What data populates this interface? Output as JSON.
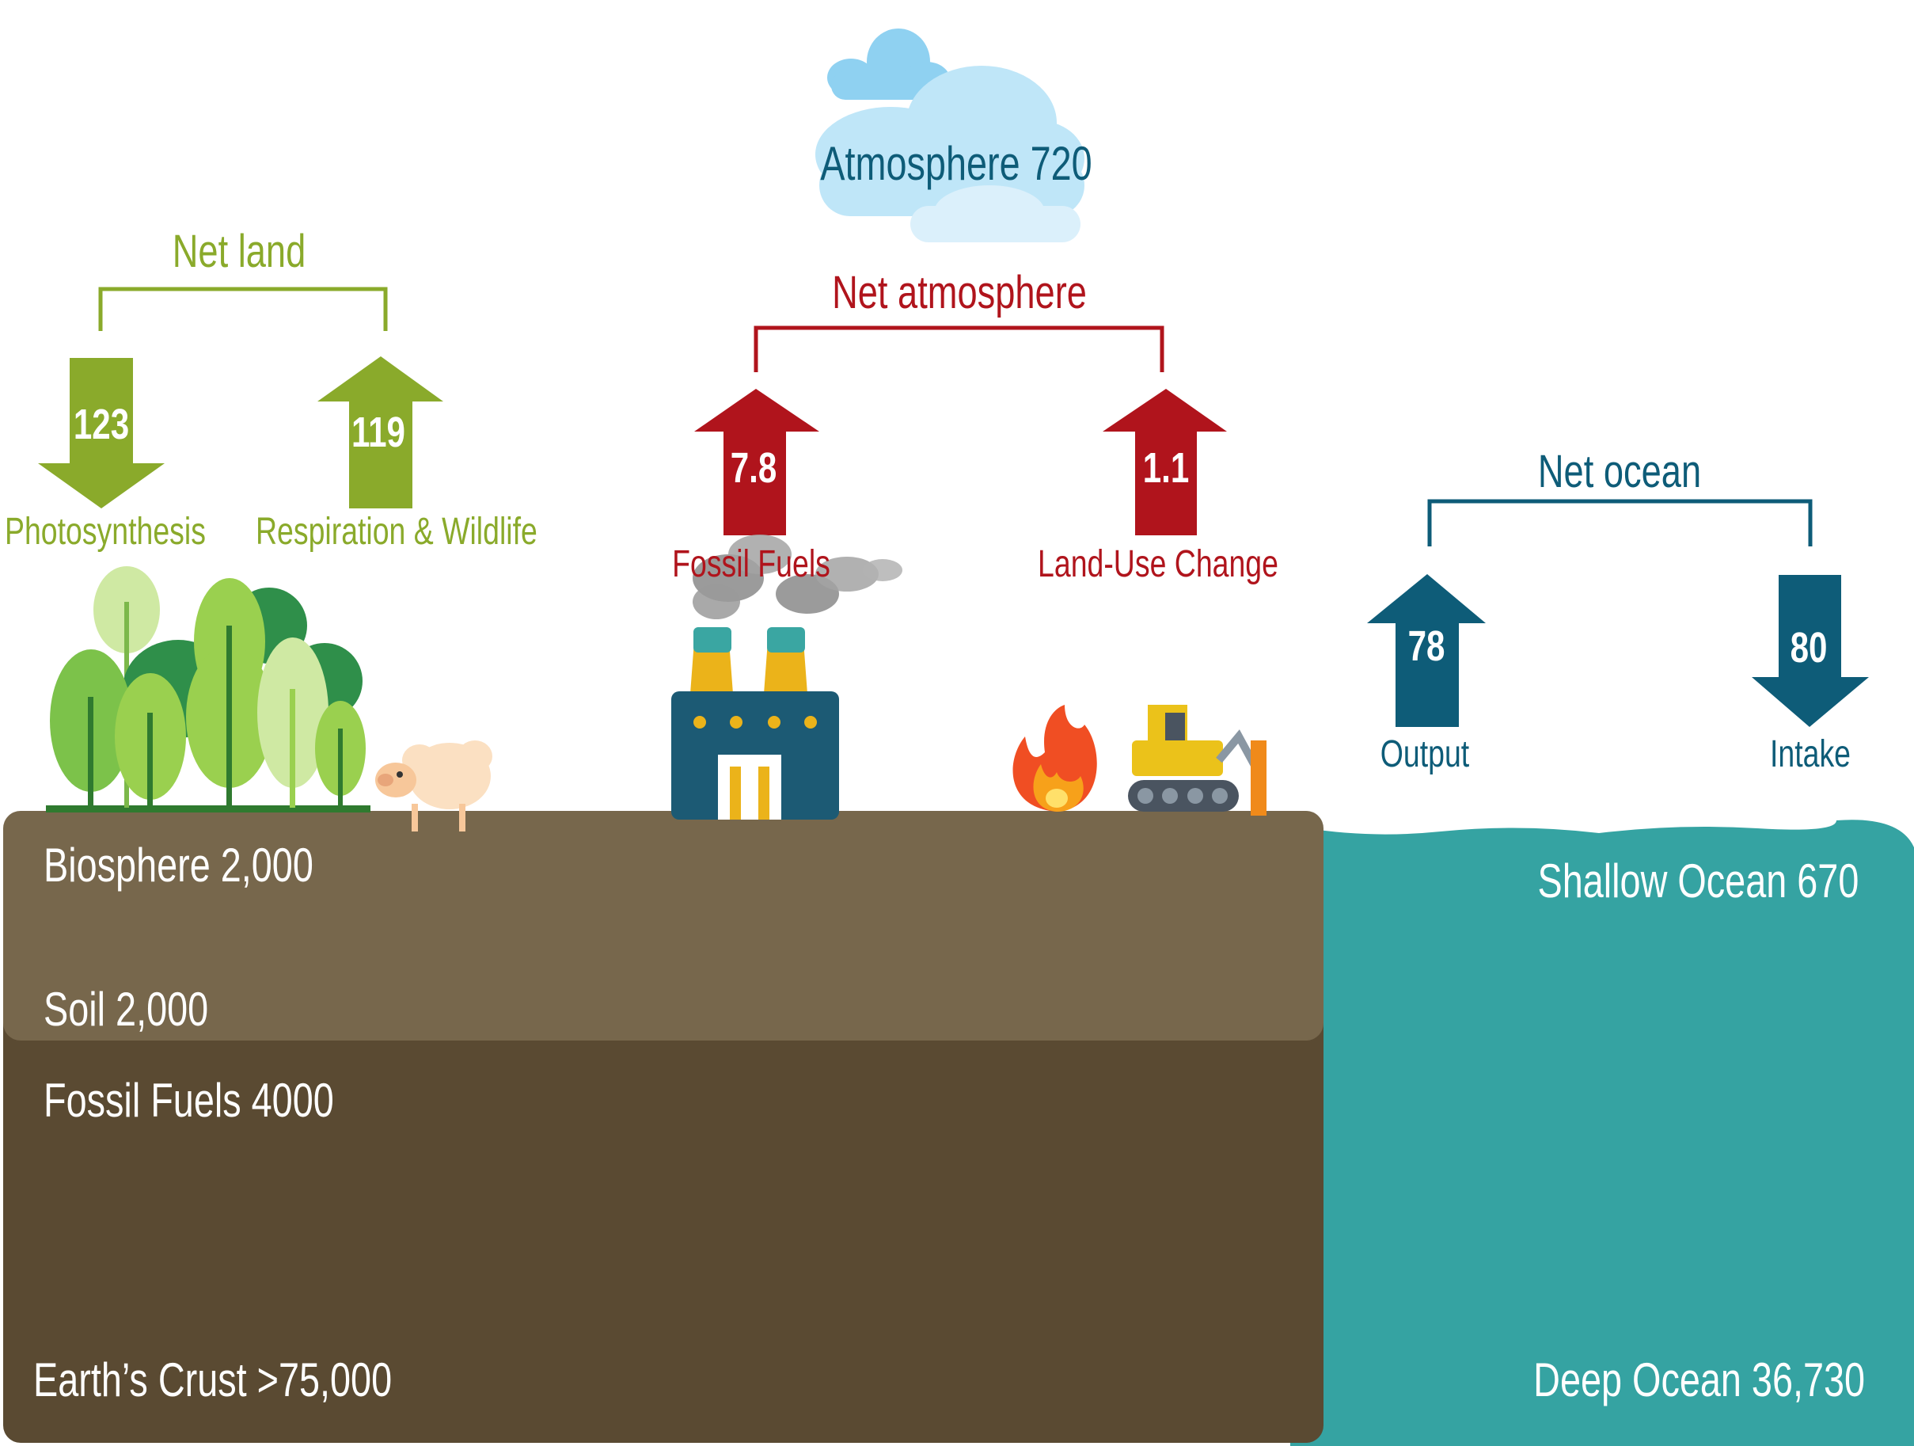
{
  "atmosphere": {
    "label": "Atmosphere 720"
  },
  "net_land": {
    "label": "Net land",
    "photosynthesis": {
      "value": "123",
      "label": "Photosynthesis"
    },
    "respiration": {
      "value": "119",
      "label": "Respiration & Wildlife"
    }
  },
  "net_atmosphere": {
    "label": "Net atmosphere",
    "fossil_fuels": {
      "value": "7.8",
      "label": "Fossil Fuels"
    },
    "land_use": {
      "value": "1.1",
      "label": "Land-Use Change"
    }
  },
  "net_ocean": {
    "label": "Net ocean",
    "output": {
      "value": "78",
      "label": "Output"
    },
    "intake": {
      "value": "80",
      "label": "Intake"
    }
  },
  "reservoirs": {
    "biosphere": "Biosphere 2,000",
    "soil": "Soil 2,000",
    "fossil_fuels": "Fossil Fuels 4000",
    "earths_crust": "Earth’s Crust >75,000",
    "shallow_ocean": "Shallow Ocean 670",
    "deep_ocean": "Deep Ocean 36,730"
  },
  "colors": {
    "green": "#8aaa2b",
    "red": "#b0141c",
    "blue": "#0e5c78",
    "soil_light": "#77674c",
    "soil_dark": "#5a4a32",
    "ocean": "#35a3a2"
  }
}
